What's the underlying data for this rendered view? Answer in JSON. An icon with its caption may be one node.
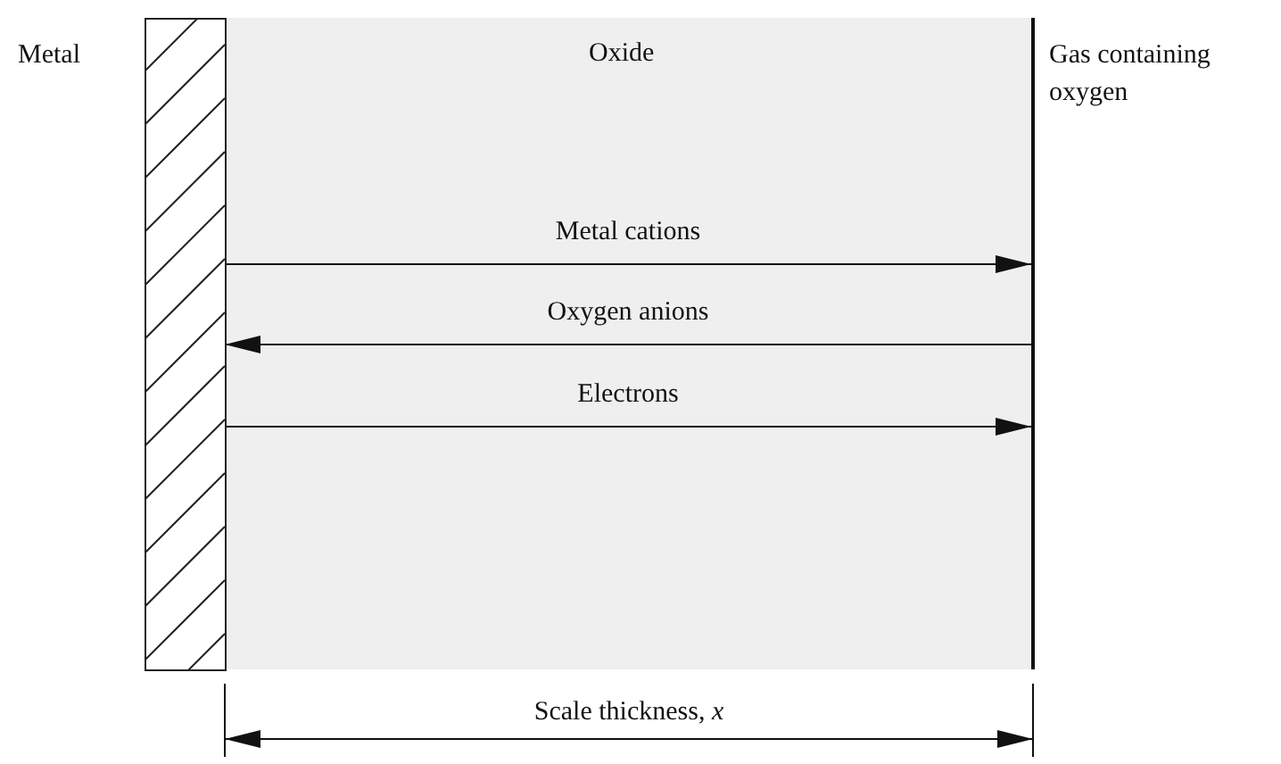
{
  "diagram": {
    "nodes": [
      {
        "text": [
          "Metal"
        ]
      },
      {
        "text": [
          "Oxide"
        ]
      },
      {
        "text": [
          "Gas containing oxygen"
        ]
      }
    ],
    "edges": [
      {
        "from": 0,
        "to": 2,
        "arrow": "to",
        "label": "Metal cations"
      },
      {
        "from": 2,
        "to": 0,
        "arrow": "to",
        "label": "Oxygen anions"
      },
      {
        "from": 0,
        "to": 2,
        "arrow": "to",
        "label": "Electrons"
      }
    ],
    "labels": [
      "Scale thickness, *x*"
    ]
  }
}
